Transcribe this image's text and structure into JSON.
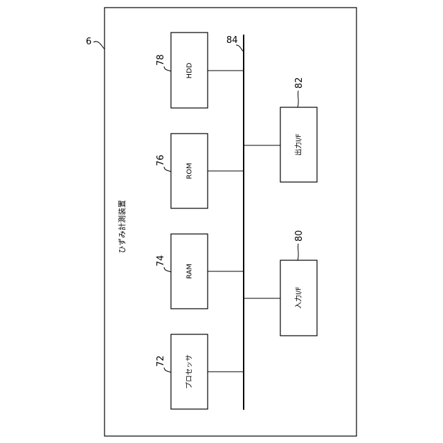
{
  "device": {
    "ref": "6",
    "title": "ひずみ計測装置"
  },
  "bus": {
    "ref": "84"
  },
  "blocks": [
    {
      "id": "hdd",
      "ref": "78",
      "label": "HDD"
    },
    {
      "id": "rom",
      "ref": "76",
      "label": "ROM"
    },
    {
      "id": "ram",
      "ref": "74",
      "label": "RAM"
    },
    {
      "id": "processor",
      "ref": "72",
      "label": "プロセッサ"
    },
    {
      "id": "output-if",
      "ref": "82",
      "label": "出力I/F"
    },
    {
      "id": "input-if",
      "ref": "80",
      "label": "入力I/F"
    }
  ]
}
